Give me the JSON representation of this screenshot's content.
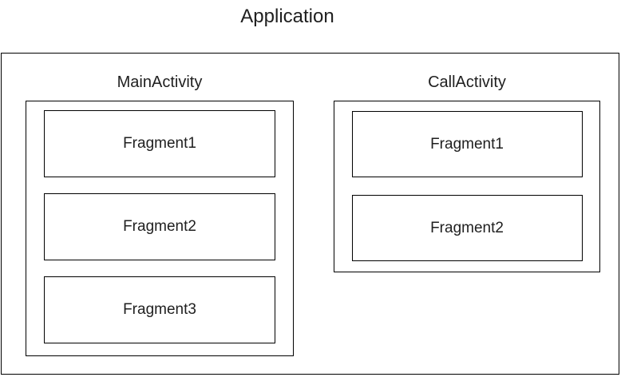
{
  "diagram": {
    "title": "Application",
    "activities": [
      {
        "name": "MainActivity",
        "fragments": [
          "Fragment1",
          "Fragment2",
          "Fragment3"
        ]
      },
      {
        "name": "CallActivity",
        "fragments": [
          "Fragment1",
          "Fragment2"
        ]
      }
    ]
  },
  "colors": {
    "background": "#ffffff",
    "border": "#000000",
    "text": "#1f1f1f"
  }
}
